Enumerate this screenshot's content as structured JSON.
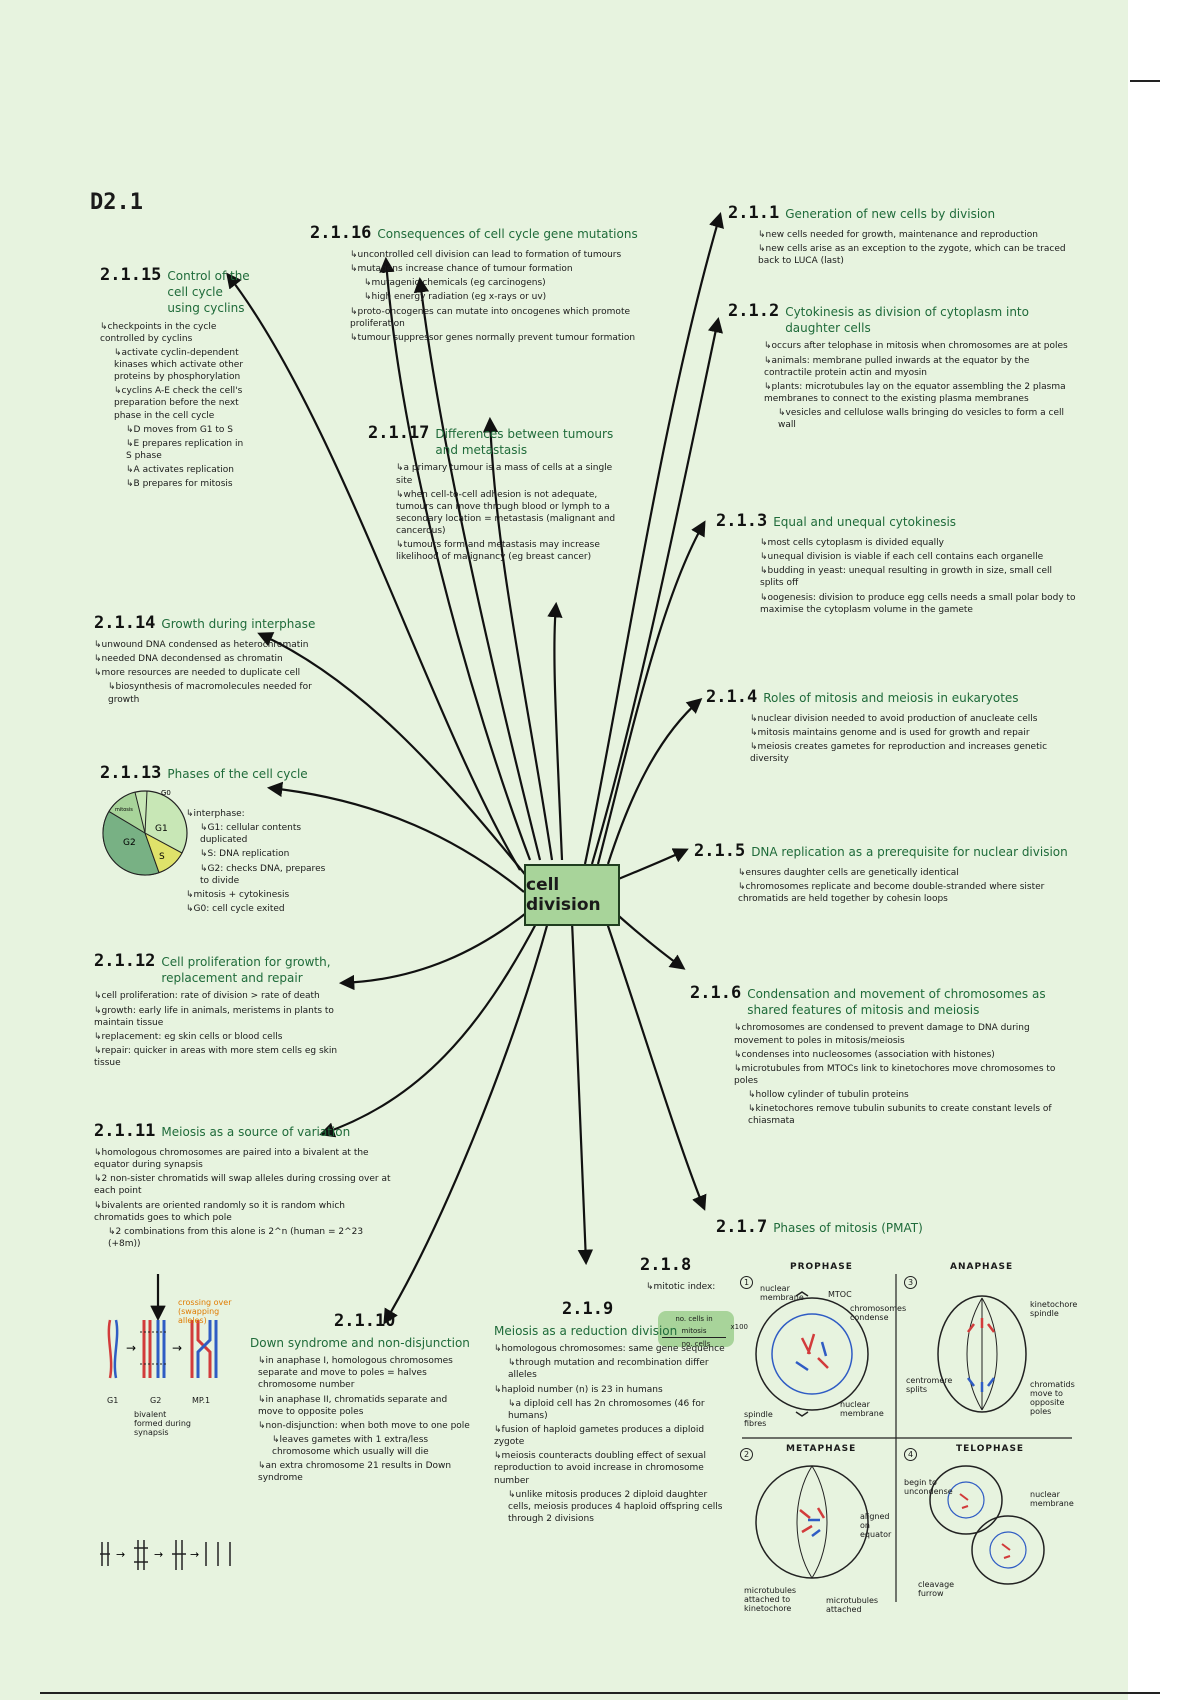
{
  "page_code": "D2.1",
  "center": "cell division",
  "nodes": {
    "n2115": {
      "num": "2.1.15",
      "title": "Control of the cell cycle using cyclins",
      "points": [
        "checkpoints in the cycle controlled by cyclins",
        "activate cyclin-dependent kinases which activate other proteins by phosphorylation",
        "cyclins A-E check the cell's preparation before the next phase in the cell cycle",
        "D moves from G1 to S",
        "E prepares replication in S phase",
        "A activates replication",
        "B prepares for mitosis"
      ]
    },
    "n2116": {
      "num": "2.1.16",
      "title": "Consequences of cell cycle gene mutations",
      "points": [
        "uncontrolled cell division can lead to formation of tumours",
        "mutagens increase chance of tumour formation",
        "mutagenic chemicals (eg carcinogens)",
        "high energy radiation (eg x-rays or uv)",
        "proto-oncogenes can mutate into oncogenes which promote proliferation",
        "tumour suppressor genes normally prevent tumour formation"
      ]
    },
    "n2117": {
      "num": "2.1.17",
      "title": "Differences between tumours and metastasis",
      "points": [
        "a primary tumour is a mass of cells at a single site",
        "when cell-to-cell adhesion is not adequate, tumours can move through blood or lymph to a secondary location = metastasis (malignant and cancerous)",
        "tumours form and metastasis may increase likelihood of malignancy (eg breast cancer)"
      ]
    },
    "n211": {
      "num": "2.1.1",
      "title": "Generation of new cells by division",
      "points": [
        "new cells needed for growth, maintenance and reproduction",
        "new cells arise as an exception to the zygote, which can be traced back to LUCA (last)"
      ]
    },
    "n212": {
      "num": "2.1.2",
      "title": "Cytokinesis as division of cytoplasm into daughter cells",
      "points": [
        "occurs after telophase in mitosis when chromosomes are at poles",
        "animals: membrane pulled inwards at the equator by the contractile protein actin and myosin",
        "plants: microtubules lay on the equator assembling the 2 plasma membranes to connect to the existing plasma membranes",
        "vesicles and cellulose walls bringing do vesicles to form a cell wall"
      ]
    },
    "n213": {
      "num": "2.1.3",
      "title": "Equal and unequal cytokinesis",
      "points": [
        "most cells cytoplasm is divided equally",
        "unequal division is viable if each cell contains each organelle",
        "budding in yeast: unequal resulting in growth in size, small cell splits off",
        "oogenesis: division to produce egg cells needs a small polar body to maximise the cytoplasm volume in the gamete"
      ]
    },
    "n214": {
      "num": "2.1.4",
      "title": "Roles of mitosis and meiosis in eukaryotes",
      "points": [
        "nuclear division needed to avoid production of anucleate cells",
        "mitosis maintains genome and is used for growth and repair",
        "meiosis creates gametes for reproduction and increases genetic diversity"
      ]
    },
    "n215": {
      "num": "2.1.5",
      "title": "DNA replication as a prerequisite for nuclear division",
      "points": [
        "ensures daughter cells are genetically identical",
        "chromosomes replicate and become double-stranded where sister chromatids are held together by cohesin loops"
      ]
    },
    "n216": {
      "num": "2.1.6",
      "title": "Condensation and movement of chromosomes as shared features of mitosis and meiosis",
      "points": [
        "chromosomes are condensed to prevent damage to DNA during movement to poles in mitosis/meiosis",
        "condenses into nucleosomes (association with histones)",
        "microtubules from MTOCs link to kinetochores move chromosomes to poles",
        "hollow cylinder of tubulin proteins",
        "kinetochores remove tubulin subunits to create constant levels of chiasmata"
      ]
    },
    "n217": {
      "num": "2.1.7",
      "title": "Phases of mitosis (PMAT)"
    },
    "n218": {
      "num": "2.1.8",
      "points": [
        "mitotic index:"
      ],
      "eq": [
        "no. cells in mitosis",
        "no. cells",
        "x100"
      ]
    },
    "n219": {
      "num": "2.1.9",
      "title": "Meiosis as a reduction division",
      "points": [
        "homologous chromosomes: same gene sequence",
        "through mutation and recombination differ alleles",
        "haploid number (n) is 23 in humans",
        "a diploid cell has 2n chromosomes (46 for humans)",
        "fusion of haploid gametes produces a diploid zygote",
        "meiosis counteracts doubling effect of sexual reproduction to avoid increase in chromosome number",
        "unlike mitosis produces 2 diploid daughter cells, meiosis produces 4 haploid offspring cells through 2 divisions"
      ]
    },
    "n2110": {
      "num": "2.1.10",
      "title": "Down syndrome and non-disjunction",
      "points": [
        "in anaphase I, homologous chromosomes separate and move to poles = halves chromosome number",
        "in anaphase II, chromatids separate and move to opposite poles",
        "non-disjunction: when both move to one pole",
        "leaves gametes with 1 extra/less chromosome which usually will die",
        "an extra chromosome 21 results in Down syndrome"
      ]
    },
    "n2111": {
      "num": "2.1.11",
      "title": "Meiosis as a source of variation",
      "points": [
        "homologous chromosomes are paired into a bivalent at the equator during synapsis",
        "2 non-sister chromatids will swap alleles during crossing over at each point",
        "bivalents are oriented randomly so it is random which chromatids goes to which pole",
        "2 combinations from this alone is 2^n (human = 2^23 (+8m))"
      ]
    },
    "n2112": {
      "num": "2.1.12",
      "title": "Cell proliferation for growth, replacement and repair",
      "points": [
        "cell proliferation: rate of division > rate of death",
        "growth: early life in animals, meristems in plants to maintain tissue",
        "replacement: eg skin cells or blood cells",
        "repair: quicker in areas with more stem cells eg skin tissue"
      ]
    },
    "n2113": {
      "num": "2.1.13",
      "title": "Phases of the cell cycle",
      "points": [
        "interphase:",
        "G1: cellular contents duplicated",
        "S: DNA replication",
        "G2: checks DNA, prepares to divide",
        "mitosis + cytokinesis",
        "G0: cell cycle exited"
      ]
    },
    "n2114": {
      "num": "2.1.14",
      "title": "Growth during interphase",
      "points": [
        "unwound DNA condensed as heterochromatin",
        "needed DNA decondensed as chromatin",
        "more resources are needed to duplicate cell",
        "biosynthesis of macromolecules needed for growth"
      ]
    }
  },
  "pie": {
    "labels": [
      "G1",
      "G2",
      "S",
      "mitosis",
      "G0"
    ]
  },
  "meiosis_sketch": {
    "labels": [
      "G1",
      "G2",
      "MP.1",
      "crossing over (swapping alleles)",
      "bivalent formed during synapsis"
    ]
  },
  "mitosis_panel": {
    "phases": [
      "PROPHASE",
      "ANAPHASE",
      "METAPHASE",
      "TELOPHASE"
    ],
    "order": [
      "1",
      "3",
      "2",
      "4"
    ],
    "labels": {
      "p1": "nuclear membrane",
      "p2": "MTOC",
      "p3": "chromosomes condense",
      "p4": "nuclear membrane",
      "p5": "spindle fibres",
      "a1": "kinetochore spindle",
      "a2": "centromere splits",
      "a3": "chromatids move to opposite poles",
      "m1": "aligned on equator",
      "m2": "microtubules attached to kinetochore",
      "m3": "microtubules attached",
      "t1": "begin to uncondense",
      "t2": "nuclear membrane",
      "t3": "cleavage furrow"
    }
  },
  "colors": {
    "sheet": "#e7f3df",
    "heading": "#1f6b3a",
    "center_fill": "#a8d49a",
    "pie_dark": "#78b184",
    "pie_light": "#c8e7b6",
    "pie_yellow": "#dfe26a",
    "crossing_label": "#e07b00",
    "chrom_red": "#d23b3b",
    "chrom_blue": "#2f5cc4"
  }
}
